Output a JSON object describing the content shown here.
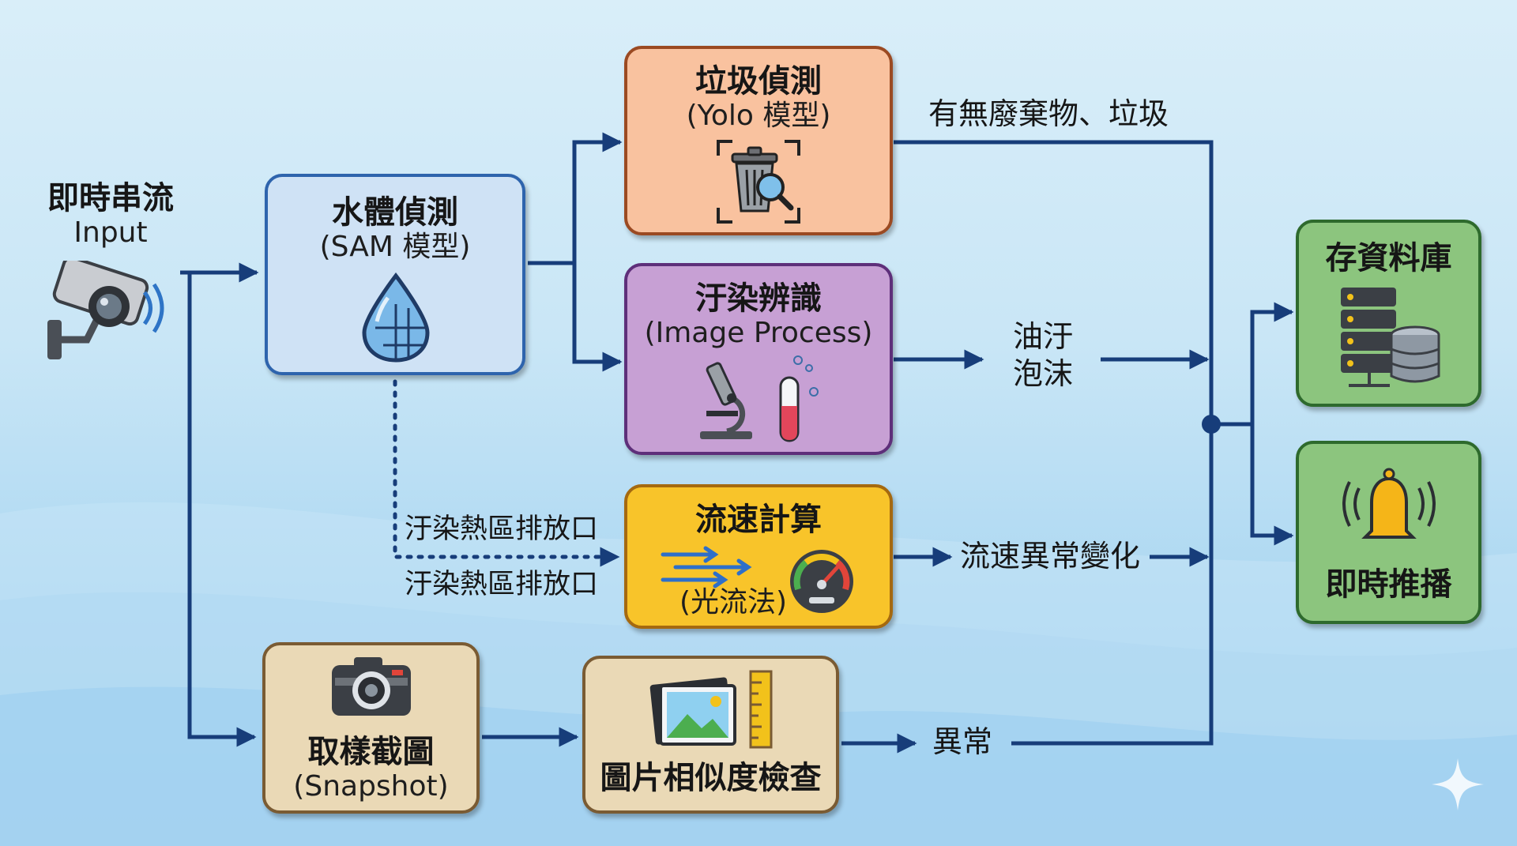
{
  "input": {
    "title": "即時串流",
    "sub": "Input"
  },
  "nodes": {
    "water": {
      "title": "水體偵測",
      "sub": "(SAM 模型)"
    },
    "garbage": {
      "title": "垃圾偵測",
      "sub": "(Yolo 模型)"
    },
    "pollution": {
      "title": "汙染辨識",
      "sub": "(Image Process)"
    },
    "flow": {
      "title": "流速計算",
      "sub": "(光流法)"
    },
    "snapshot": {
      "title": "取樣截圖",
      "sub": "(Snapshot)"
    },
    "similarity": {
      "title": "圖片相似度檢查"
    },
    "database": {
      "title": "存資料庫"
    },
    "push": {
      "title": "即時推播"
    }
  },
  "labels": {
    "garbage_out": "有無廢棄物、垃圾",
    "oil": "油汙",
    "foam": "泡沫",
    "hotspot_1": "汙染熱區排放口",
    "hotspot_2": "汙染熱區排放口",
    "flow_out": "流速異常變化",
    "abnormal": "異常"
  },
  "icons": {
    "camera": "cctv-camera-icon",
    "drop": "water-drop-icon",
    "trash": "trash-can-search-icon",
    "microscope": "microscope-icon",
    "test_tube": "test-tube-icon",
    "flow_arrows": "flow-arrows-icon",
    "gauge": "speed-gauge-icon",
    "photo_camera": "photo-camera-icon",
    "picture": "picture-ruler-icon",
    "server": "database-server-icon",
    "bell": "notification-bell-icon",
    "sparkle": "sparkle-icon"
  },
  "colors": {
    "line": "#173d7a",
    "water": "#cfe2f5",
    "garbage": "#f9c29f",
    "pollution": "#c7a0d4",
    "flow": "#f8c42a",
    "tan": "#ead9b6",
    "green": "#8cc57e"
  }
}
